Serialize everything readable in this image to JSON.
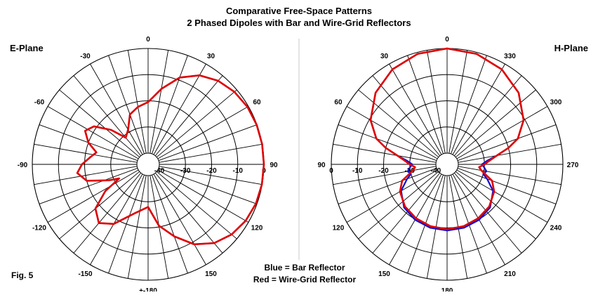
{
  "title_line1": "Comparative Free-Space Patterns",
  "title_line2": "2 Phased Dipoles with Bar and Wire-Grid Reflectors",
  "figure_label": "Fig. 5",
  "legend": {
    "blue": "Blue = Bar Reflector",
    "red": "Red = Wire-Grid Reflector"
  },
  "colors": {
    "bar_reflector": "#1010d0",
    "wire_grid_reflector": "#e00000",
    "grid": "#000000",
    "divider": "#c8c8c8"
  },
  "chart_data": [
    {
      "type": "polar",
      "plane_label": "E-Plane",
      "angle_direction": "clockwise",
      "zero_at": "top",
      "angle_labels": [
        {
          "angle": 0,
          "text": "0"
        },
        {
          "angle": 30,
          "text": "30"
        },
        {
          "angle": 60,
          "text": "60"
        },
        {
          "angle": 90,
          "text": "90"
        },
        {
          "angle": 120,
          "text": "120"
        },
        {
          "angle": 150,
          "text": "150"
        },
        {
          "angle": 180,
          "text": "+-180"
        },
        {
          "angle": -150,
          "text": "-150"
        },
        {
          "angle": -120,
          "text": "-120"
        },
        {
          "angle": -90,
          "text": "-90"
        },
        {
          "angle": -60,
          "text": "-60"
        },
        {
          "angle": -30,
          "text": "-30"
        }
      ],
      "ring_labels": [
        {
          "db": 0,
          "text": "0"
        },
        {
          "db": -10,
          "text": "-10"
        },
        {
          "db": -20,
          "text": "-20"
        },
        {
          "db": -30,
          "text": "-30"
        },
        {
          "db": -40,
          "text": "-40"
        }
      ],
      "r_axis": "dB",
      "r_range": [
        -40,
        0
      ],
      "grid": true,
      "series": [
        {
          "name": "Bar Reflector",
          "color_key": "bar_reflector",
          "points": [
            [
              -180,
              -28
            ],
            [
              -165,
              -25
            ],
            [
              -150,
              -18
            ],
            [
              -140,
              -15
            ],
            [
              -130,
              -18
            ],
            [
              -122,
              -25
            ],
            [
              -116,
              -32
            ],
            [
              -112,
              -28
            ],
            [
              -105,
              -20
            ],
            [
              -97,
              -17
            ],
            [
              -90,
              -19
            ],
            [
              -83,
              -22
            ],
            [
              -77,
              -24
            ],
            [
              -70,
              -20
            ],
            [
              -62,
              -17
            ],
            [
              -55,
              -19
            ],
            [
              -47,
              -25
            ],
            [
              -40,
              -31
            ],
            [
              -30,
              -29
            ],
            [
              -20,
              -24
            ],
            [
              -10,
              -22
            ],
            [
              0,
              -20.5
            ],
            [
              10,
              -15
            ],
            [
              20,
              -9
            ],
            [
              30,
              -5
            ],
            [
              40,
              -2.6
            ],
            [
              50,
              -1.2
            ],
            [
              60,
              -0.4
            ],
            [
              70,
              -0.1
            ],
            [
              80,
              0
            ],
            [
              90,
              0
            ],
            [
              100,
              -0.1
            ],
            [
              110,
              -0.4
            ],
            [
              120,
              -1.2
            ],
            [
              130,
              -2.6
            ],
            [
              140,
              -5
            ],
            [
              150,
              -9
            ],
            [
              160,
              -15
            ],
            [
              170,
              -20.5
            ],
            [
              180,
              -28
            ]
          ]
        },
        {
          "name": "Wire-Grid Reflector",
          "color_key": "wire_grid_reflector",
          "points": [
            [
              -180,
              -28
            ],
            [
              -165,
              -25
            ],
            [
              -150,
              -18
            ],
            [
              -140,
              -15
            ],
            [
              -130,
              -18
            ],
            [
              -122,
              -25
            ],
            [
              -116,
              -32
            ],
            [
              -112,
              -28
            ],
            [
              -105,
              -20
            ],
            [
              -97,
              -17
            ],
            [
              -90,
              -19
            ],
            [
              -83,
              -22
            ],
            [
              -77,
              -24
            ],
            [
              -70,
              -20
            ],
            [
              -62,
              -17
            ],
            [
              -55,
              -19
            ],
            [
              -47,
              -25
            ],
            [
              -40,
              -31
            ],
            [
              -30,
              -29
            ],
            [
              -20,
              -24
            ],
            [
              -10,
              -22
            ],
            [
              0,
              -20.5
            ],
            [
              10,
              -15
            ],
            [
              20,
              -9
            ],
            [
              30,
              -5
            ],
            [
              40,
              -2.6
            ],
            [
              50,
              -1.2
            ],
            [
              60,
              -0.4
            ],
            [
              70,
              -0.1
            ],
            [
              80,
              0
            ],
            [
              90,
              0
            ],
            [
              100,
              -0.1
            ],
            [
              110,
              -0.4
            ],
            [
              120,
              -1.2
            ],
            [
              130,
              -2.6
            ],
            [
              140,
              -5
            ],
            [
              150,
              -9
            ],
            [
              160,
              -15
            ],
            [
              170,
              -20.5
            ],
            [
              180,
              -28
            ]
          ]
        }
      ]
    },
    {
      "type": "polar",
      "plane_label": "H-Plane",
      "angle_direction": "counterclockwise",
      "zero_at": "top",
      "angle_labels": [
        {
          "angle": 0,
          "text": "0"
        },
        {
          "angle": 30,
          "text": "30"
        },
        {
          "angle": 60,
          "text": "60"
        },
        {
          "angle": 90,
          "text": "90"
        },
        {
          "angle": 120,
          "text": "120"
        },
        {
          "angle": 150,
          "text": "150"
        },
        {
          "angle": 180,
          "text": "180"
        },
        {
          "angle": 210,
          "text": "210"
        },
        {
          "angle": 240,
          "text": "240"
        },
        {
          "angle": 270,
          "text": "270"
        },
        {
          "angle": 300,
          "text": "300"
        },
        {
          "angle": 330,
          "text": "330"
        }
      ],
      "ring_labels": [
        {
          "db": 0,
          "text": "0"
        },
        {
          "db": -10,
          "text": "-10"
        },
        {
          "db": -20,
          "text": "-20"
        },
        {
          "db": -30,
          "text": "-30"
        },
        {
          "db": -40,
          "text": "-40"
        }
      ],
      "r_axis": "dB",
      "r_range": [
        -40,
        0
      ],
      "grid": true,
      "series": [
        {
          "name": "Bar Reflector",
          "color_key": "bar_reflector",
          "points": [
            [
              0,
              0
            ],
            [
              15,
              -0.6
            ],
            [
              30,
              -2.4
            ],
            [
              45,
              -5.6
            ],
            [
              60,
              -10.5
            ],
            [
              70,
              -15.5
            ],
            [
              75,
              -20
            ],
            [
              80,
              -25
            ],
            [
              85,
              -29
            ],
            [
              90,
              -31
            ],
            [
              95,
              -30
            ],
            [
              100,
              -29
            ],
            [
              105,
              -30
            ],
            [
              110,
              -28
            ],
            [
              120,
              -24
            ],
            [
              135,
              -21
            ],
            [
              150,
              -19.8
            ],
            [
              165,
              -19.2
            ],
            [
              180,
              -19
            ],
            [
              195,
              -19.2
            ],
            [
              210,
              -19.8
            ],
            [
              225,
              -21
            ],
            [
              240,
              -24
            ],
            [
              250,
              -28
            ],
            [
              255,
              -30
            ],
            [
              260,
              -29
            ],
            [
              265,
              -30
            ],
            [
              270,
              -31
            ],
            [
              275,
              -29
            ],
            [
              280,
              -25
            ],
            [
              285,
              -20
            ],
            [
              290,
              -15.5
            ],
            [
              300,
              -10.5
            ],
            [
              315,
              -5.6
            ],
            [
              330,
              -2.4
            ],
            [
              345,
              -0.6
            ],
            [
              360,
              0
            ]
          ]
        },
        {
          "name": "Wire-Grid Reflector",
          "color_key": "wire_grid_reflector",
          "points": [
            [
              0,
              0
            ],
            [
              15,
              -0.6
            ],
            [
              30,
              -2.4
            ],
            [
              45,
              -5.6
            ],
            [
              60,
              -10.5
            ],
            [
              70,
              -15.5
            ],
            [
              75,
              -20
            ],
            [
              80,
              -25
            ],
            [
              85,
              -28
            ],
            [
              90,
              -30
            ],
            [
              95,
              -32
            ],
            [
              100,
              -31
            ],
            [
              105,
              -29
            ],
            [
              110,
              -26
            ],
            [
              120,
              -23.5
            ],
            [
              135,
              -21.5
            ],
            [
              150,
              -20.5
            ],
            [
              165,
              -19.8
            ],
            [
              180,
              -19.5
            ],
            [
              195,
              -19.8
            ],
            [
              210,
              -20.5
            ],
            [
              225,
              -21.5
            ],
            [
              240,
              -23.5
            ],
            [
              250,
              -26
            ],
            [
              255,
              -29
            ],
            [
              260,
              -31
            ],
            [
              265,
              -32
            ],
            [
              270,
              -30
            ],
            [
              275,
              -28
            ],
            [
              280,
              -25
            ],
            [
              285,
              -20
            ],
            [
              290,
              -15.5
            ],
            [
              300,
              -10.5
            ],
            [
              315,
              -5.6
            ],
            [
              330,
              -2.4
            ],
            [
              345,
              -0.6
            ],
            [
              360,
              0
            ]
          ]
        }
      ]
    }
  ]
}
